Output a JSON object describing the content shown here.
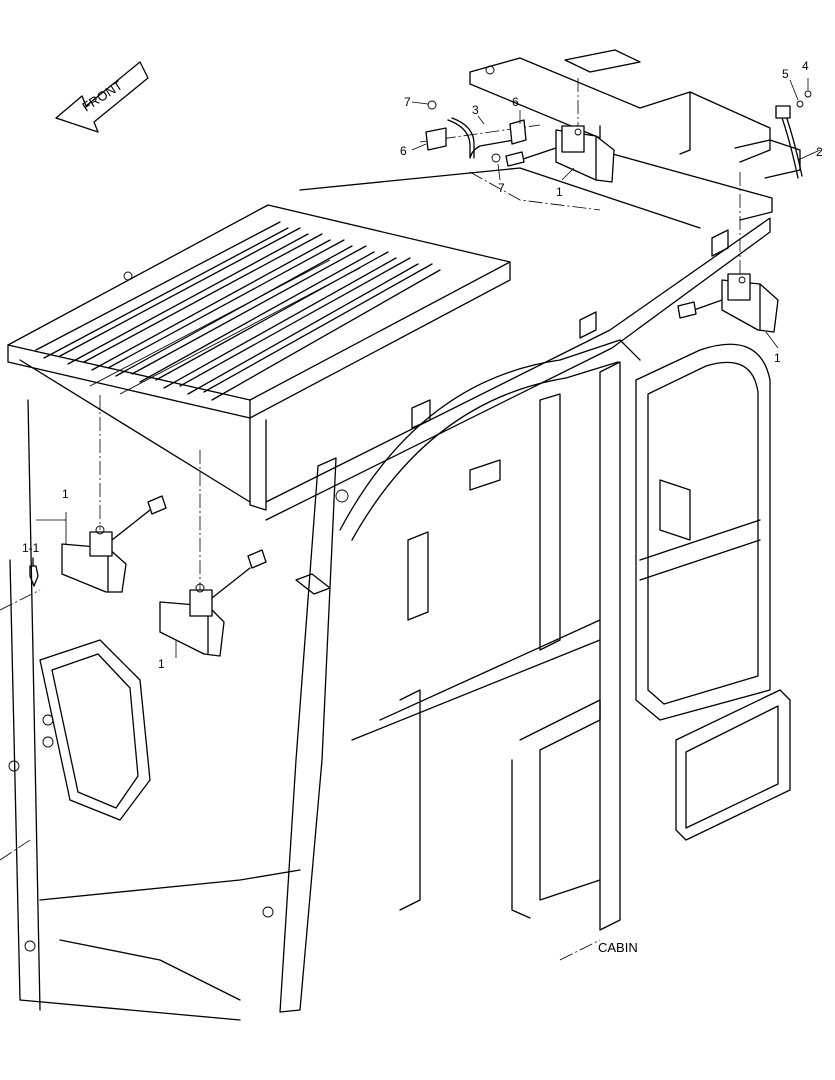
{
  "orientation": {
    "label": "FRONT"
  },
  "section_label": "CABIN",
  "callouts": {
    "lamp_top_center": "1",
    "lamp_right": "1",
    "lamp_left_upper": "1",
    "lamp_left_lower": "1",
    "bulb": "1-1",
    "cable_right": "2",
    "harness": "3",
    "bolt": "4",
    "washer": "5",
    "bracket_left": "6",
    "bracket_right": "6",
    "screw_left": "7",
    "screw_lower": "7"
  }
}
